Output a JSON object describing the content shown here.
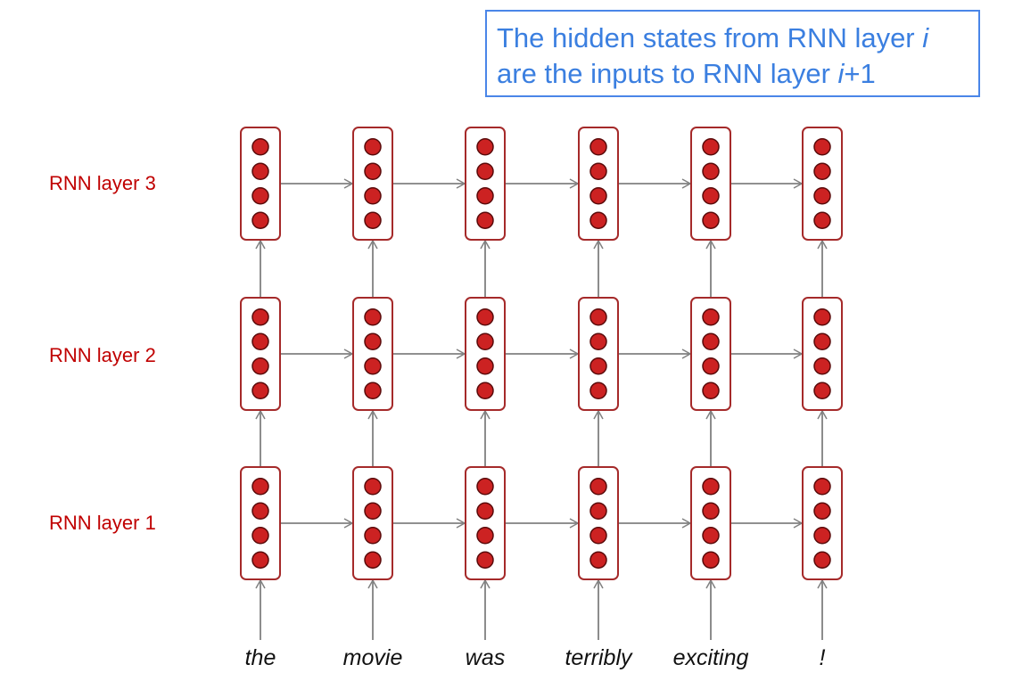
{
  "callout": {
    "line1_text": "The hidden states from RNN layer ",
    "line1_var": "i",
    "line2_prefix": "are the inputs to RNN layer ",
    "line2_var": "i",
    "line2_suffix": "+1"
  },
  "layers": [
    {
      "label": "RNN layer 3"
    },
    {
      "label": "RNN layer 2"
    },
    {
      "label": "RNN layer 1"
    }
  ],
  "words": [
    "the",
    "movie",
    "was",
    "terribly",
    "exciting",
    "!"
  ],
  "units_per_cell": 4,
  "colors": {
    "cell_border": "#a52a2a",
    "neuron_fill": "#cc2222",
    "neuron_stroke": "#5a0a0a",
    "arrow": "#808080",
    "label": "#c00000",
    "callout": "#4a86e8"
  }
}
